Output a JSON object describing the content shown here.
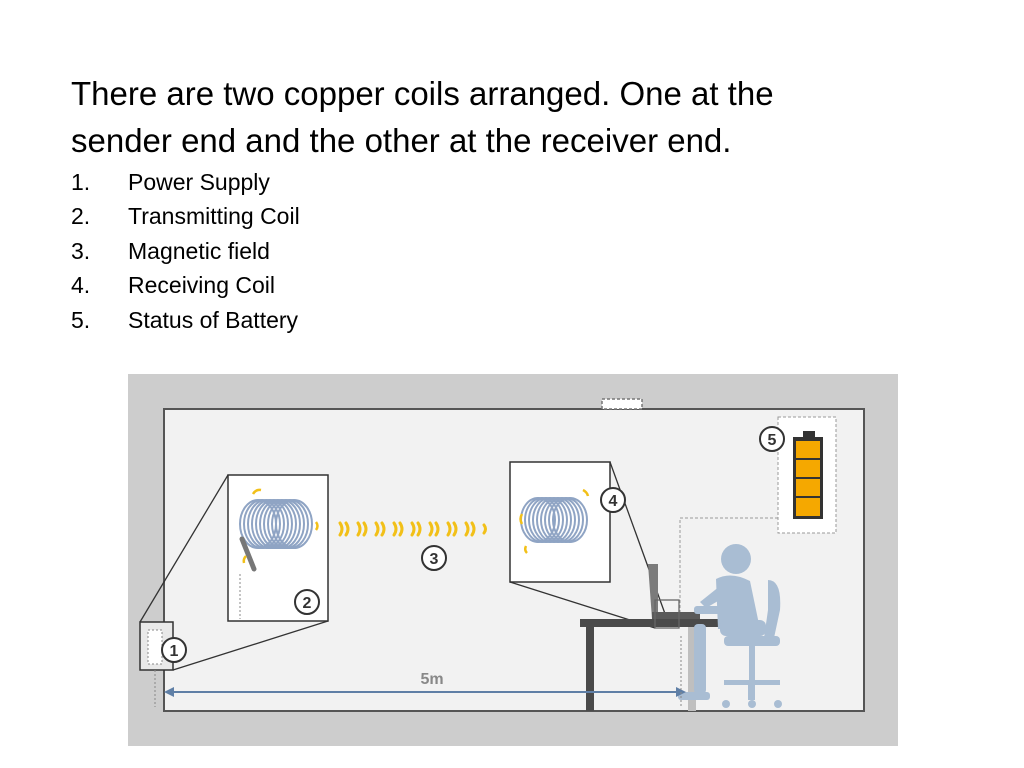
{
  "heading": {
    "line1": "There are two copper coils arranged. One at the",
    "line2": "sender end and the other at the receiver end."
  },
  "components": [
    {
      "number": "1.",
      "label": "Power Supply"
    },
    {
      "number": "2.",
      "label": "Transmitting Coil"
    },
    {
      "number": "3.",
      "label": "Magnetic field"
    },
    {
      "number": "4.",
      "label": "Receiving Coil"
    },
    {
      "number": "5.",
      "label": "Status of Battery"
    }
  ],
  "diagram": {
    "markers": [
      "1",
      "2",
      "3",
      "4",
      "5"
    ],
    "distance_label": "5m",
    "colors": {
      "frame": "#cdcdcd",
      "room": "#f2f2f2",
      "coil": "#8fa4c4",
      "waves": "#f2c018",
      "person": "#a9bdd3",
      "battery": "#f5a800"
    }
  }
}
